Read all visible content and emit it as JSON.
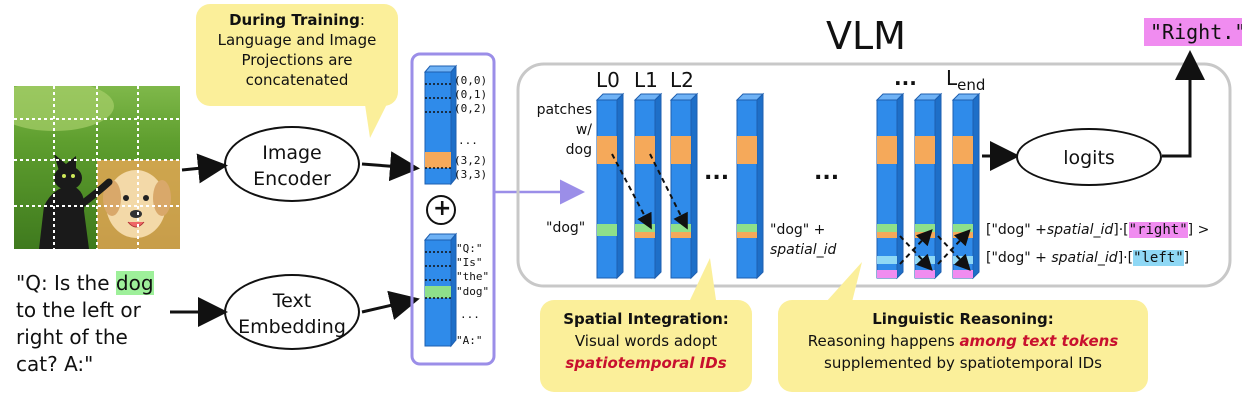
{
  "question": [
    "\"Q: Is the ",
    "dog",
    " to the left or",
    "right of the",
    "cat? A:\""
  ],
  "callout_training": {
    "title": "During Training",
    "colon": ":",
    "body": [
      "Language and Image",
      "Projections are",
      "concatenated"
    ]
  },
  "image_encoder": [
    "Image",
    "Encoder"
  ],
  "text_embedding": [
    "Text",
    "Embedding"
  ],
  "plus": "+",
  "image_tokens": [
    "(0,0)",
    "(0,1)",
    "(0,2)",
    "...",
    "(3,2)",
    "(3,3)"
  ],
  "text_tokens": [
    "\"Q:\"",
    "\"Is\"",
    "\"the\"",
    "\"dog\"",
    "...",
    "\"A:\""
  ],
  "vlm_title": "VLM",
  "answer": "\"Right.\"",
  "layers": {
    "l0": "L0",
    "l1": "L1",
    "l2": "L2",
    "dots": "...",
    "lend": "L",
    "lend_sub": "end"
  },
  "labels": {
    "patches": [
      "patches",
      "w/",
      "dog"
    ],
    "dog": "\"dog\"",
    "dog_plus": "\"dog\" +",
    "spatial_id": "spatial_id",
    "mid_dots": [
      "...",
      "..."
    ]
  },
  "logits": "logits",
  "comparison": {
    "row1": {
      "pre": "[\"dog\" +",
      "sid": "spatial_id",
      "dot": "]·[",
      "word": "\"right\"",
      "post": "] >"
    },
    "row2": {
      "pre": "[\"dog\" + ",
      "sid": "spatial_id",
      "dot": "]·[",
      "word": "\"left\"",
      "post": "]"
    }
  },
  "callout_spatial": {
    "title": "Spatial Integration:",
    "line1": "Visual words adopt",
    "line2": "spatiotemporal IDs"
  },
  "callout_linguistic": {
    "title": "Linguistic Reasoning:",
    "line1a": "Reasoning happens ",
    "line1b": "among text tokens",
    "line2": "supplemented by spatiotemporal IDs"
  },
  "colors": {
    "column": "#2f8bea",
    "column_edge": "#1e5fb0",
    "patch": "#f5a95a",
    "dogtoken": "#8ee08a",
    "callout": "#fbef9a",
    "answer": "#f08cf0",
    "right": "#f08cf0",
    "left": "#8fd8f5",
    "highlight": "#9ef09a",
    "vlm_box": "#c8c8c8",
    "concat_box": "#9b8ee8",
    "red": "#c8102e"
  }
}
